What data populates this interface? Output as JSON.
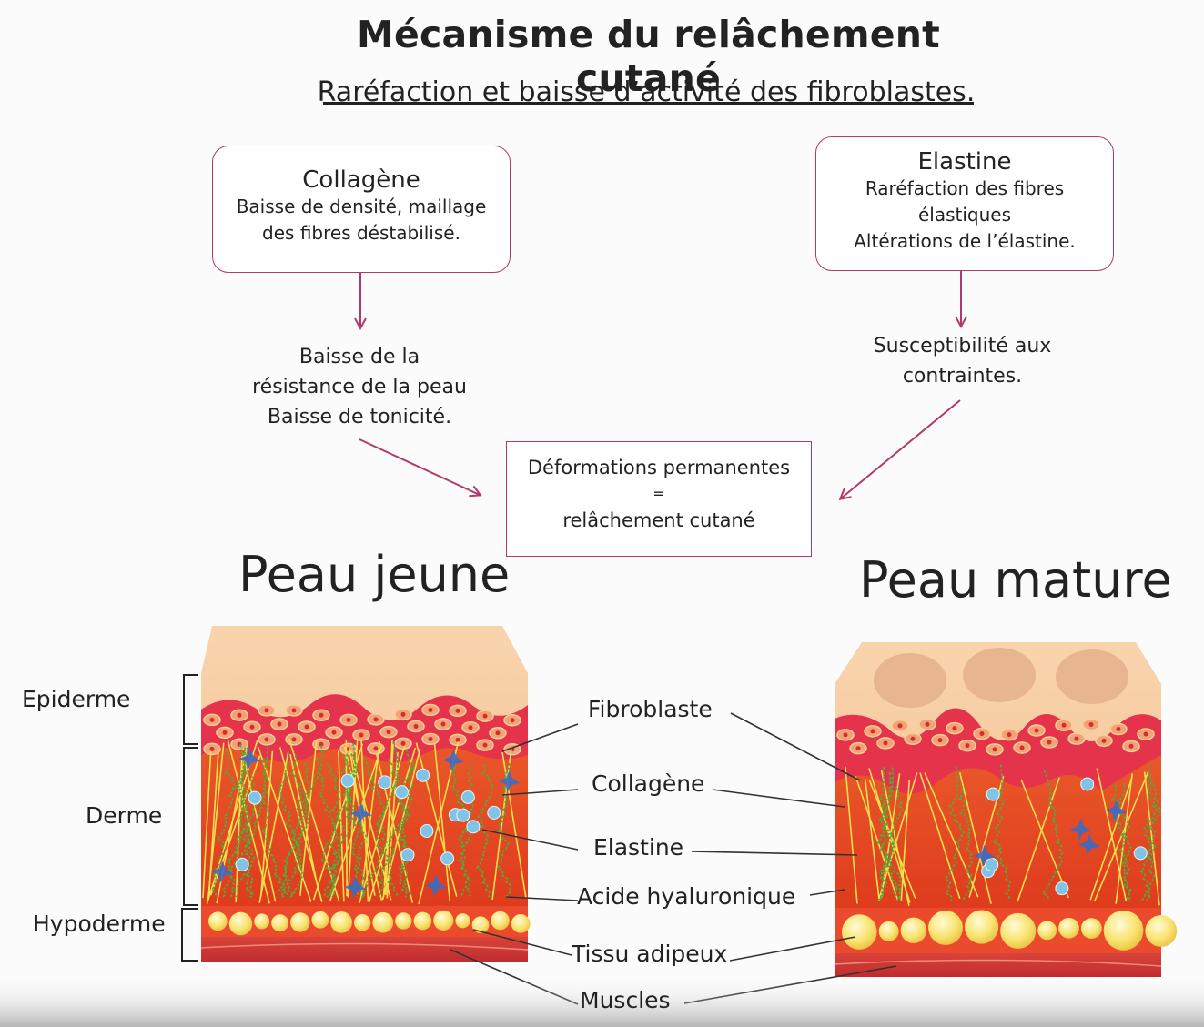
{
  "title": "Mécanisme du relâchement cutané",
  "subtitle": "Raréfaction et baisse d’activité des fibroblastes.",
  "colors": {
    "accent": "#b03a6c",
    "skin_top": "#f6c89c",
    "epidermis_red": "#e8364a",
    "dermis": "#e64822",
    "fat": "#f7dc62",
    "collagen": "#f3e04a",
    "elastin": "#4caf3a",
    "hyaluronic": "#7fc4e4",
    "fibroblast": "#3a6bc4",
    "muscle": "#d4383a"
  },
  "collagen_box": {
    "heading": "Collagène",
    "line1": "Baisse de densité, maillage",
    "line2": "des fibres déstabilisé."
  },
  "elastin_box": {
    "heading": "Elastine",
    "line1": "Raréfaction des fibres",
    "line2": "élastiques",
    "line3": "Altérations de l’élastine."
  },
  "left_effect": {
    "line1": "Baisse de la",
    "line2": "résistance de la peau",
    "line3": "Baisse de tonicité."
  },
  "right_effect": {
    "line1": "Susceptibilité aux",
    "line2": "contraintes."
  },
  "result_box": {
    "line1": "Déformations permanentes",
    "line2": "=",
    "line3": "relâchement cutané"
  },
  "young_skin": "Peau jeune",
  "mature_skin": "Peau mature",
  "layers": {
    "epidermis": "Epiderme",
    "dermis": "Derme",
    "hypodermis": "Hypoderme"
  },
  "components": {
    "fibroblast": "Fibroblaste",
    "collagen": "Collagène",
    "elastin": "Elastine",
    "hyaluronic": "Acide hyaluronique",
    "fat": "Tissu adipeux",
    "muscles": "Muscles"
  }
}
